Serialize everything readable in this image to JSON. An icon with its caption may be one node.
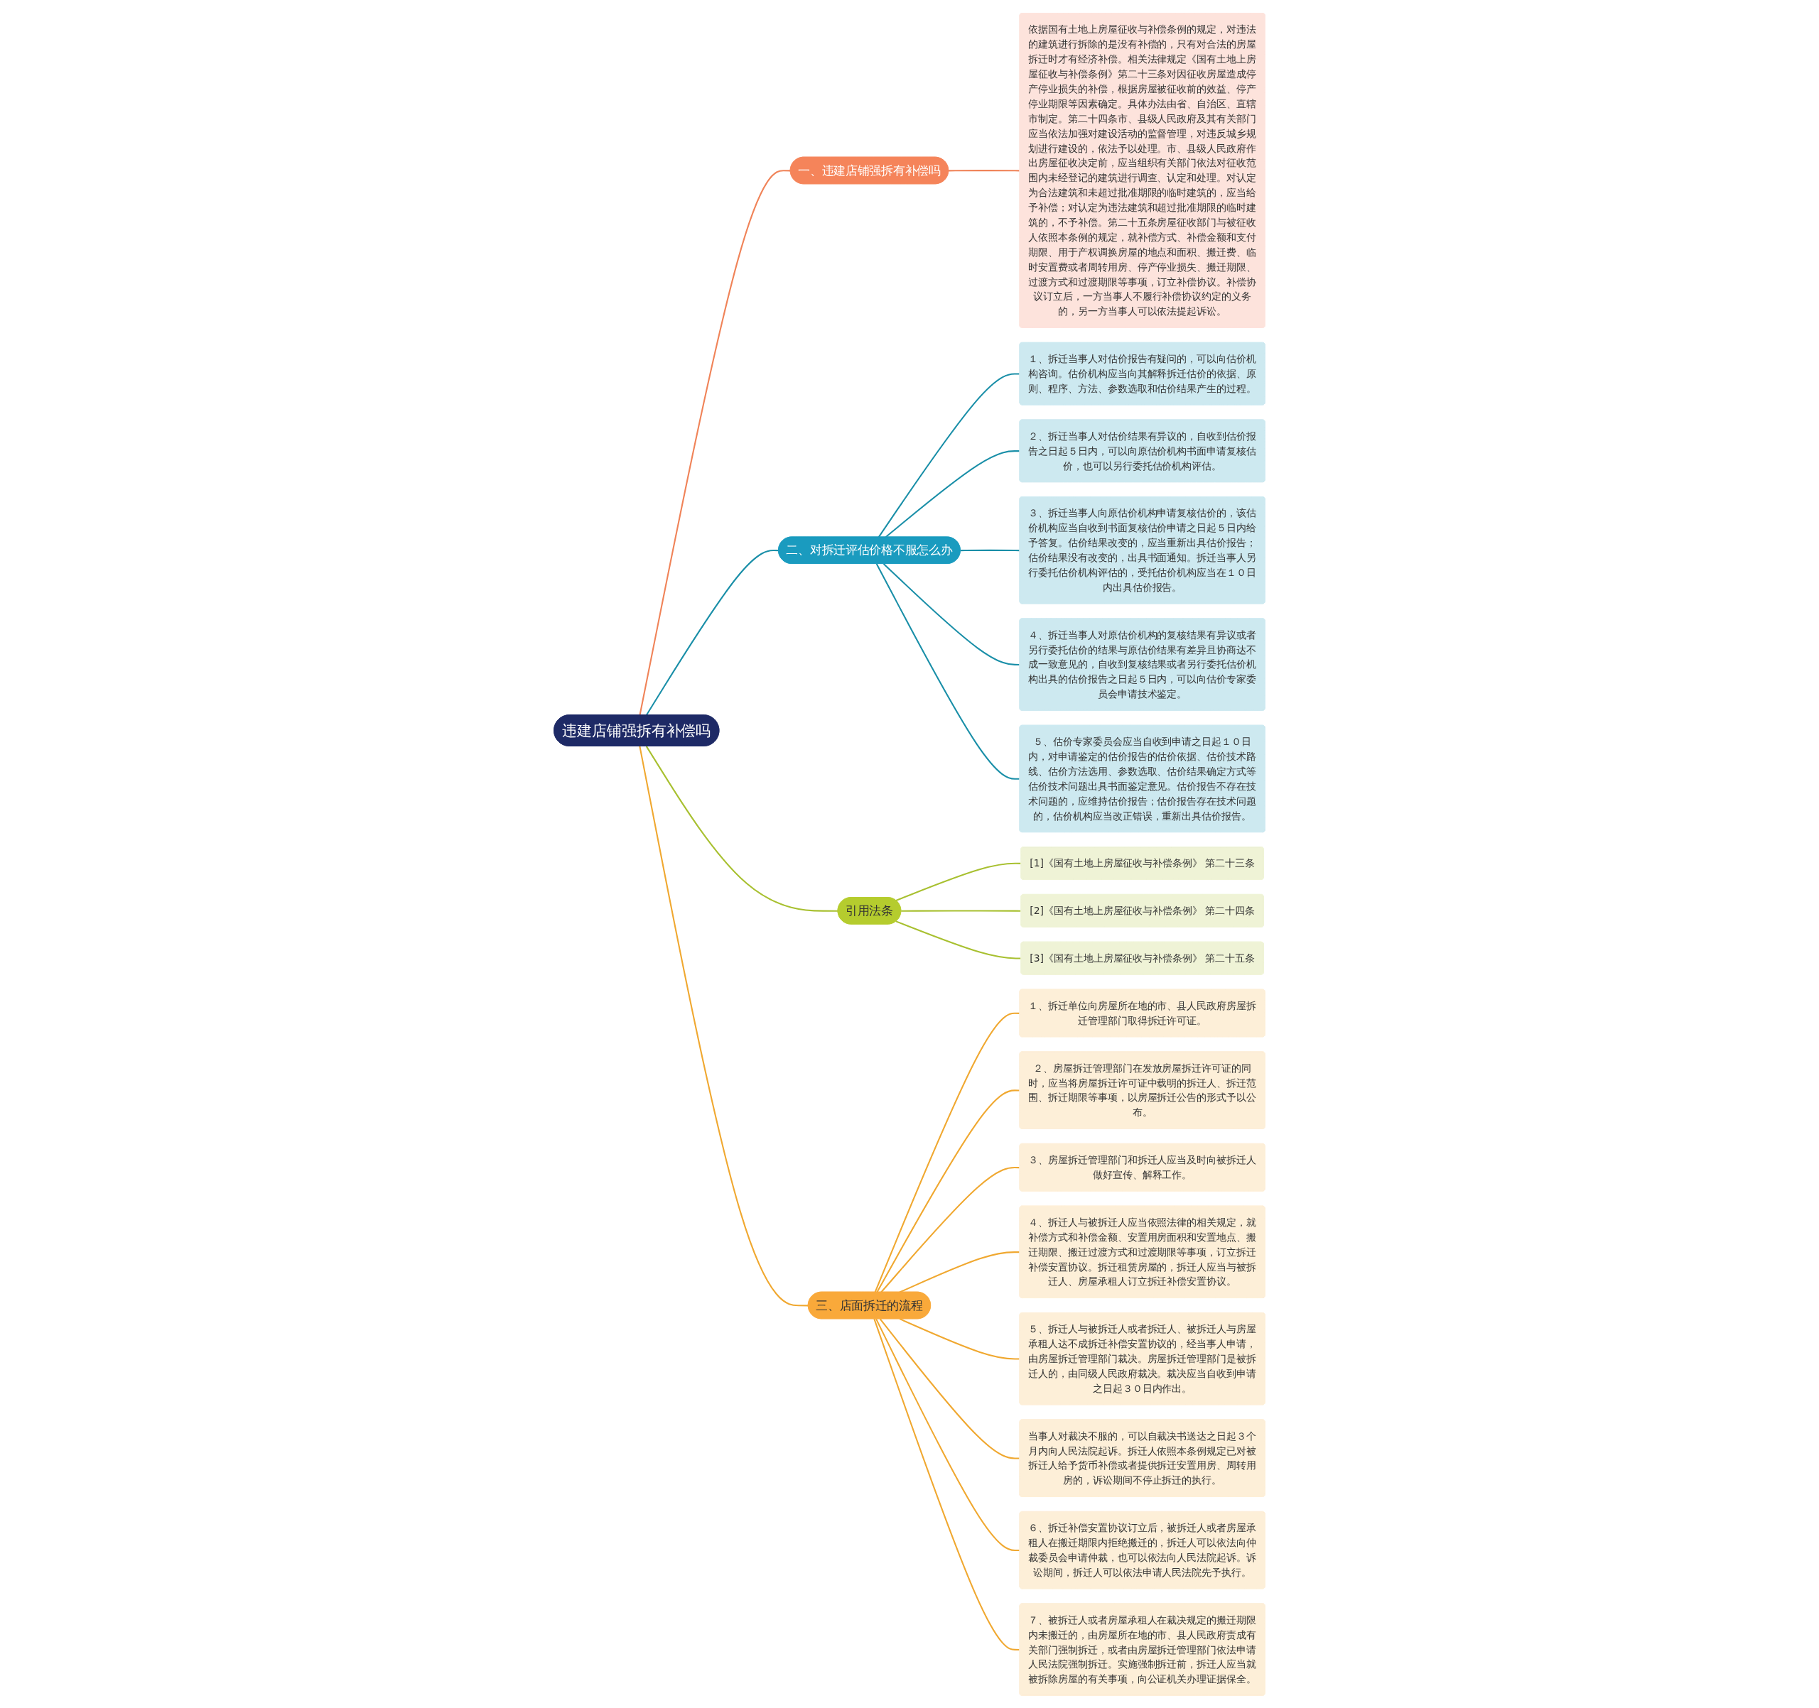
{
  "diagram": {
    "nodes": [
      {
        "text": [
          "违建店铺强拆有补偿吗"
        ]
      },
      {
        "text": [
          "一、违建店铺强拆有补偿吗"
        ]
      },
      {
        "text": [
          "依据国有土地上房屋征收与补偿条例的规定，对违法的建筑进行拆除的是没有补偿的，只有对合法的房屋拆迁时才有经济补偿。相关法律规定《国有土地上房屋征收与补偿条例》第二十三条对因征收房屋造成停产停业损失的补偿，根据房屋被征收前的效益、停产停业期限等因素确定。具体办法由省、自治区、直辖市制定。第二十四条市、县级人民政府及其有关部门应当依法加强对建设活动的监督管理，对违反城乡规划进行建设的，依法予以处理。市、县级人民政府作出房屋征收决定前，应当组织有关部门依法对征收范围内未经登记的建筑进行调查、认定和处理。对认定为合法建筑和未超过批准期限的临时建筑的，应当给予补偿；对认定为违法建筑和超过批准期限的临时建筑的，不予补偿。第二十五条房屋征收部门与被征收人依照本条例的规定，就补偿方式、补偿金额和支付期限、用于产权调换房屋的地点和面积、搬迁费、临时安置费或者周转用房、停产停业损失、搬迁期限、过渡方式和过渡期限等事项，订立补偿协议。补偿协议订立后，一方当事人不履行补偿协议约定的义务的，另一方当事人可以依法提起诉讼。"
        ]
      },
      {
        "text": [
          "二、对拆迁评估价格不服怎么办"
        ]
      },
      {
        "text": [
          "１、拆迁当事人对估价报告有疑问的，可以向估价机构咨询。估价机构应当向其解释拆迁估价的依据、原则、程序、方法、参数选取和估价结果产生的过程。"
        ]
      },
      {
        "text": [
          "２、拆迁当事人对估价结果有异议的，自收到估价报告之日起５日内，可以向原估价机构书面申请复核估价，也可以另行委托估价机构评估。"
        ]
      },
      {
        "text": [
          "３、拆迁当事人向原估价机构申请复核估价的，该估价机构应当自收到书面复核估价申请之日起５日内给予答复。估价结果改变的，应当重新出具估价报告；估价结果没有改变的，出具书面通知。拆迁当事人另行委托估价机构评估的，受托估价机构应当在１０日内出具估价报告。"
        ]
      },
      {
        "text": [
          "４、拆迁当事人对原估价机构的复核结果有异议或者另行委托估价的结果与原估价结果有差异且协商达不成一致意见的，自收到复核结果或者另行委托估价机构出具的估价报告之日起５日内，可以向估价专家委员会申请技术鉴定。"
        ]
      },
      {
        "text": [
          "５、估价专家委员会应当自收到申请之日起１０日内，对申请鉴定的估价报告的估价依据、估价技术路线、估价方法选用、参数选取、估价结果确定方式等估价技术问题出具书面鉴定意见。估价报告不存在技术问题的，应维持估价报告；估价报告存在技术问题的，估价机构应当改正错误，重新出具估价报告。"
        ]
      },
      {
        "text": [
          "引用法条"
        ]
      },
      {
        "text": [
          "[1]《国有土地上房屋征收与补偿条例》 第二十三条"
        ]
      },
      {
        "text": [
          "[2]《国有土地上房屋征收与补偿条例》 第二十四条"
        ]
      },
      {
        "text": [
          "[3]《国有土地上房屋征收与补偿条例》 第二十五条"
        ]
      },
      {
        "text": [
          "三、店面拆迁的流程"
        ]
      },
      {
        "text": [
          "１、拆迁单位向房屋所在地的市、县人民政府房屋拆迁管理部门取得拆迁许可证。"
        ]
      },
      {
        "text": [
          "２、房屋拆迁管理部门在发放房屋拆迁许可证的同时，应当将房屋拆迁许可证中载明的拆迁人、拆迁范围、拆迁期限等事项，以房屋拆迁公告的形式予以公布。"
        ]
      },
      {
        "text": [
          "３、房屋拆迁管理部门和拆迁人应当及时向被拆迁人做好宣传、解释工作。"
        ]
      },
      {
        "text": [
          "４、拆迁人与被拆迁人应当依照法律的相关规定，就补偿方式和补偿金额、安置用房面积和安置地点、搬迁期限、搬迁过渡方式和过渡期限等事项，订立拆迁补偿安置协议。拆迁租赁房屋的，拆迁人应当与被拆迁人、房屋承租人订立拆迁补偿安置协议。"
        ]
      },
      {
        "text": [
          "５、拆迁人与被拆迁人或者拆迁人、被拆迁人与房屋承租人达不成拆迁补偿安置协议的，经当事人申请，由房屋拆迁管理部门裁决。房屋拆迁管理部门是被拆迁人的，由同级人民政府裁决。裁决应当自收到申请之日起３０日内作出。"
        ]
      },
      {
        "text": [
          "当事人对裁决不服的，可以自裁决书送达之日起３个月内向人民法院起诉。拆迁人依照本条例规定已对被拆迁人给予货币补偿或者提供拆迁安置用房、周转用房的，诉讼期间不停止拆迁的执行。"
        ]
      },
      {
        "text": [
          "６、拆迁补偿安置协议订立后，被拆迁人或者房屋承租人在搬迁期限内拒绝搬迁的，拆迁人可以依法向仲裁委员会申请仲裁，也可以依法向人民法院起诉。诉讼期间，拆迁人可以依法申请人民法院先予执行。"
        ]
      },
      {
        "text": [
          "７、被拆迁人或者房屋承租人在裁决规定的搬迁期限内未搬迁的，由房屋所在地的市、县人民政府责成有关部门强制拆迁，或者由房屋拆迁管理部门依法申请人民法院强制拆迁。实施强制拆迁前，拆迁人应当就被拆除房屋的有关事项，向公证机关办理证据保全。"
        ]
      }
    ],
    "edges": [
      {
        "from": 0,
        "to": 1,
        "arrow": "none",
        "color": "#f08358"
      },
      {
        "from": 1,
        "to": 2,
        "arrow": "none",
        "color": "#f08358"
      },
      {
        "from": 0,
        "to": 3,
        "arrow": "none",
        "color": "#1a8fa8"
      },
      {
        "from": 3,
        "to": 4,
        "arrow": "none",
        "color": "#1a8fa8"
      },
      {
        "from": 3,
        "to": 5,
        "arrow": "none",
        "color": "#1a8fa8"
      },
      {
        "from": 3,
        "to": 6,
        "arrow": "none",
        "color": "#1a8fa8"
      },
      {
        "from": 3,
        "to": 7,
        "arrow": "none",
        "color": "#1a8fa8"
      },
      {
        "from": 3,
        "to": 8,
        "arrow": "none",
        "color": "#1a8fa8"
      },
      {
        "from": 0,
        "to": 9,
        "arrow": "none",
        "color": "#a8c030"
      },
      {
        "from": 9,
        "to": 10,
        "arrow": "none",
        "color": "#a8c030"
      },
      {
        "from": 9,
        "to": 11,
        "arrow": "none",
        "color": "#a8c030"
      },
      {
        "from": 9,
        "to": 12,
        "arrow": "none",
        "color": "#a8c030"
      },
      {
        "from": 0,
        "to": 13,
        "arrow": "none"
      },
      {
        "from": 13,
        "to": 14,
        "arrow": "none"
      },
      {
        "from": 13,
        "to": 15,
        "arrow": "none"
      },
      {
        "from": 13,
        "to": 16,
        "arrow": "none"
      },
      {
        "from": 13,
        "to": 17,
        "arrow": "none"
      },
      {
        "from": 13,
        "to": 18,
        "arrow": "none"
      },
      {
        "from": 13,
        "to": 19,
        "arrow": "none"
      },
      {
        "from": 13,
        "to": 20,
        "arrow": "none"
      },
      {
        "from": 13,
        "to": 21,
        "arrow": "none"
      }
    ]
  }
}
